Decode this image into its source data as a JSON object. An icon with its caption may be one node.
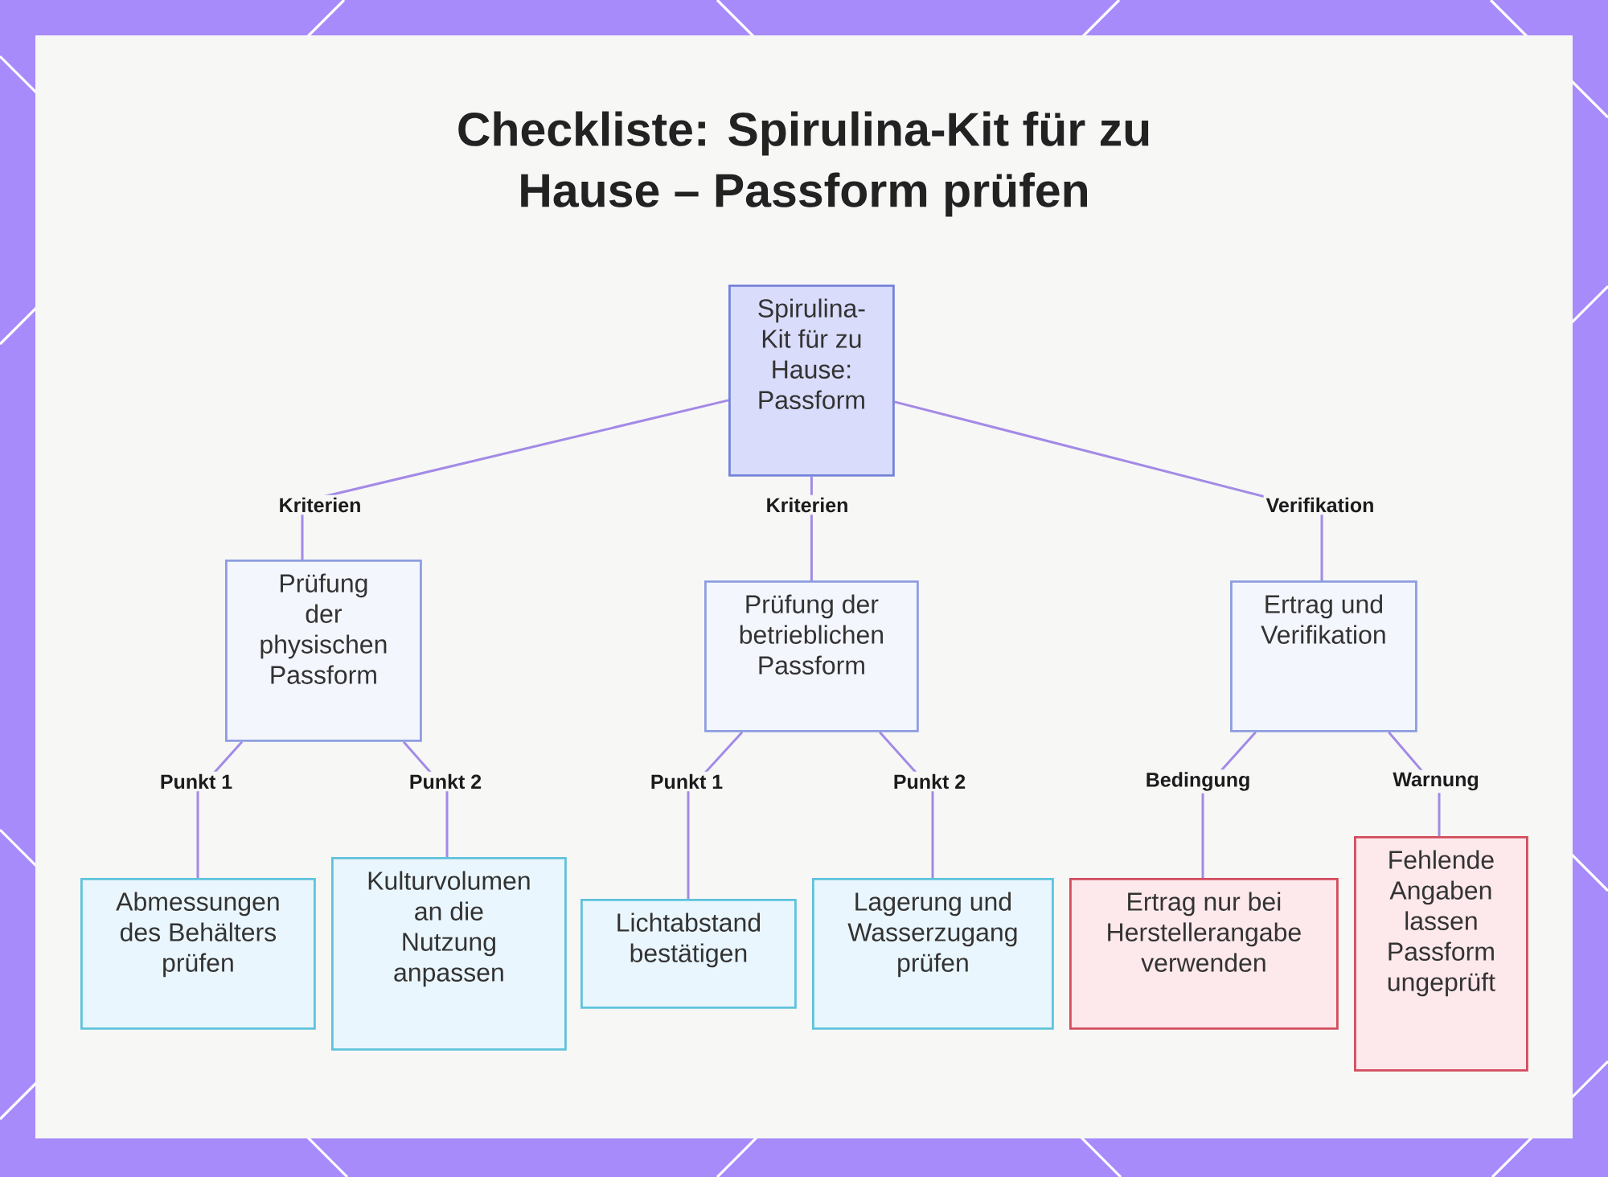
{
  "diagram": {
    "title": "Checkliste: Spirulina-Kit für zu Hause – Passform prüfen",
    "nodes": [
      {
        "text": [
          "Spirulina-Kit für zu Hause: Passform"
        ]
      },
      {
        "text": [
          "Prüfung der physischen Passform"
        ]
      },
      {
        "text": [
          "Prüfung der betrieblichen Passform"
        ]
      },
      {
        "text": [
          "Ertrag und Verifikation"
        ]
      },
      {
        "text": [
          "Abmessungen des Behälters prüfen"
        ]
      },
      {
        "text": [
          "Kulturvolumen an die Nutzung anpassen"
        ]
      },
      {
        "text": [
          "Lichtabstand bestätigen"
        ]
      },
      {
        "text": [
          "Lagerung und Wasserzugang prüfen"
        ]
      },
      {
        "text": [
          "Ertrag nur bei Herstellerangabe verwenden"
        ]
      },
      {
        "text": [
          "Fehlende Angaben lassen Passform ungeprüft"
        ]
      }
    ],
    "edges": [
      {
        "from": 0,
        "to": 1,
        "arrow": "none",
        "label": "Kriterien"
      },
      {
        "from": 0,
        "to": 2,
        "arrow": "none",
        "label": "Kriterien"
      },
      {
        "from": 0,
        "to": 3,
        "arrow": "none",
        "label": "Verifikation"
      },
      {
        "from": 1,
        "to": 4,
        "arrow": "none",
        "label": "Punkt 1"
      },
      {
        "from": 1,
        "to": 5,
        "arrow": "none",
        "label": "Punkt 2"
      },
      {
        "from": 2,
        "to": 6,
        "arrow": "none",
        "label": "Punkt 1"
      },
      {
        "from": 2,
        "to": 7,
        "arrow": "none",
        "label": "Punkt 2"
      },
      {
        "from": 3,
        "to": 8,
        "arrow": "none",
        "label": "Bedingung"
      },
      {
        "from": 3,
        "to": 9,
        "arrow": "none",
        "label": "Warnung"
      }
    ]
  }
}
